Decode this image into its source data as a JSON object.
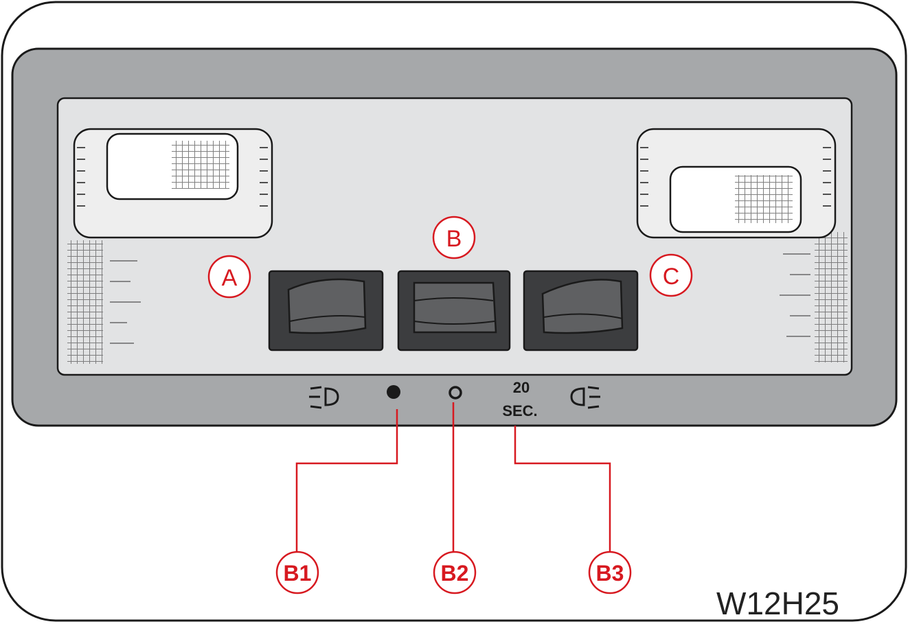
{
  "figure_code": "W12H25",
  "callouts": {
    "a": "A",
    "b": "B",
    "c": "C",
    "b1": "B1",
    "b2": "B2",
    "b3": "B3"
  },
  "timer_label": {
    "line1": "20",
    "line2": "SEC."
  },
  "icons": {
    "left": "lamp-left-icon",
    "filled_dot": "filled-dot-icon",
    "hollow_dot": "hollow-dot-icon",
    "right": "lamp-right-icon"
  },
  "colors": {
    "callout": "#d71920",
    "panel": "#a6a8aa",
    "inner_panel": "#e2e3e4",
    "switch": "#5f6062",
    "outline": "#1a1a1a"
  }
}
